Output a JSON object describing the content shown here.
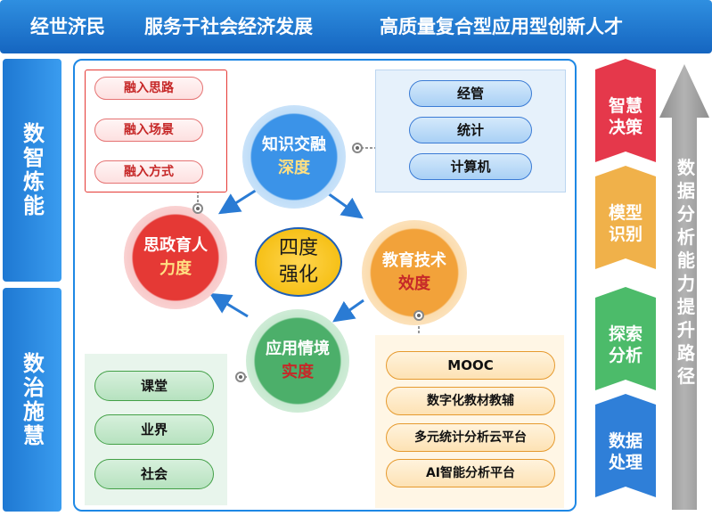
{
  "banner": {
    "part1": "经世济民",
    "part2": "服务于社会经济发展",
    "part3": "高质量复合型应用型创新人才"
  },
  "left_panels": [
    {
      "label": "数智炼能"
    },
    {
      "label": "数治施慧"
    }
  ],
  "center": {
    "line1": "四度",
    "line2": "强化"
  },
  "hubs": {
    "knowledge": {
      "title": "知识交融",
      "sub": "深度"
    },
    "ideology": {
      "title": "思政育人",
      "sub": "力度"
    },
    "tech": {
      "title": "教育技术",
      "sub": "效度"
    },
    "scenario": {
      "title": "应用情境",
      "sub": "实度"
    }
  },
  "ideology_items": [
    "融入思路",
    "融入场景",
    "融入方式"
  ],
  "knowledge_items": [
    "经管",
    "统计",
    "计算机"
  ],
  "scenario_items": [
    "课堂",
    "业界",
    "社会"
  ],
  "tech_items": [
    "MOOC",
    "数字化教材教辅",
    "多元统计分析云平台",
    "AI智能分析平台"
  ],
  "right_steps": [
    {
      "label": "智慧决策",
      "color": "#e5384b"
    },
    {
      "label": "模型识别",
      "color": "#f0b14a"
    },
    {
      "label": "探索分析",
      "color": "#4cbb6a"
    },
    {
      "label": "数据处理",
      "color": "#2f7fd8"
    }
  ],
  "arrow_label": "数据分析能力提升路径",
  "colors": {
    "blue": "#1e88e5",
    "red": "#e53935",
    "green": "#43a047",
    "orange": "#f0a030",
    "gold": "#f2c200"
  }
}
